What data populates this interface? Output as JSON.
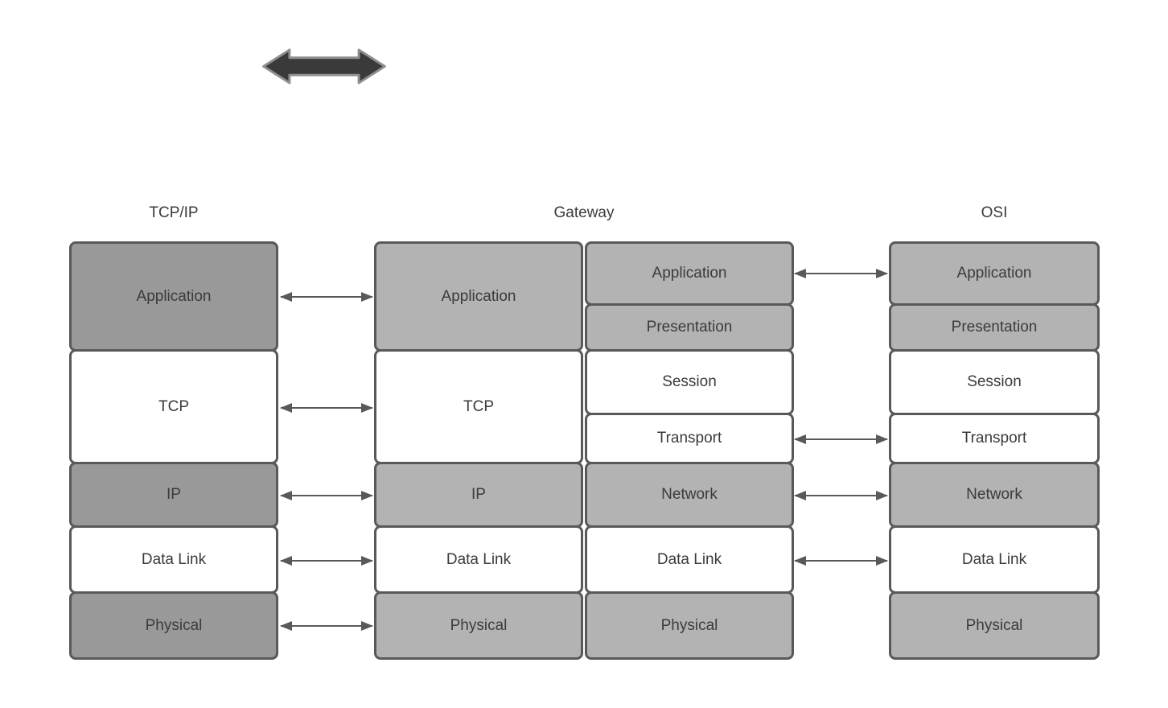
{
  "columns": {
    "tcpip": {
      "title": "TCP/IP",
      "layers": [
        "Application",
        "TCP",
        "IP",
        "Data Link",
        "Physical"
      ]
    },
    "gateway": {
      "title": "Gateway",
      "left_layers": [
        "Application",
        "TCP",
        "IP",
        "Data Link",
        "Physical"
      ],
      "right_layers": [
        "Application",
        "Presentation",
        "Session",
        "Transport",
        "Network",
        "Data Link",
        "Physical"
      ]
    },
    "osi": {
      "title": "OSI",
      "layers": [
        "Application",
        "Presentation",
        "Session",
        "Transport",
        "Network",
        "Data Link",
        "Physical"
      ]
    }
  },
  "connections": {
    "tcpip_to_gateway": [
      "Application",
      "TCP",
      "IP",
      "Data Link",
      "Physical"
    ],
    "gateway_to_osi": [
      "Application",
      "Transport",
      "Network",
      "Data Link"
    ]
  },
  "colors": {
    "background": "#ffffff",
    "dark_gray_fill": "#999999",
    "light_gray_fill": "#b3b3b3",
    "white_fill": "#ffffff",
    "border": "#595959",
    "text": "#3b3b3b",
    "connector_arrow": "#595959",
    "big_arrow_fill": "#3a3a3a",
    "big_arrow_stroke": "#8f8f8f"
  },
  "icons": {
    "big_arrow": "double-headed-arrow"
  }
}
